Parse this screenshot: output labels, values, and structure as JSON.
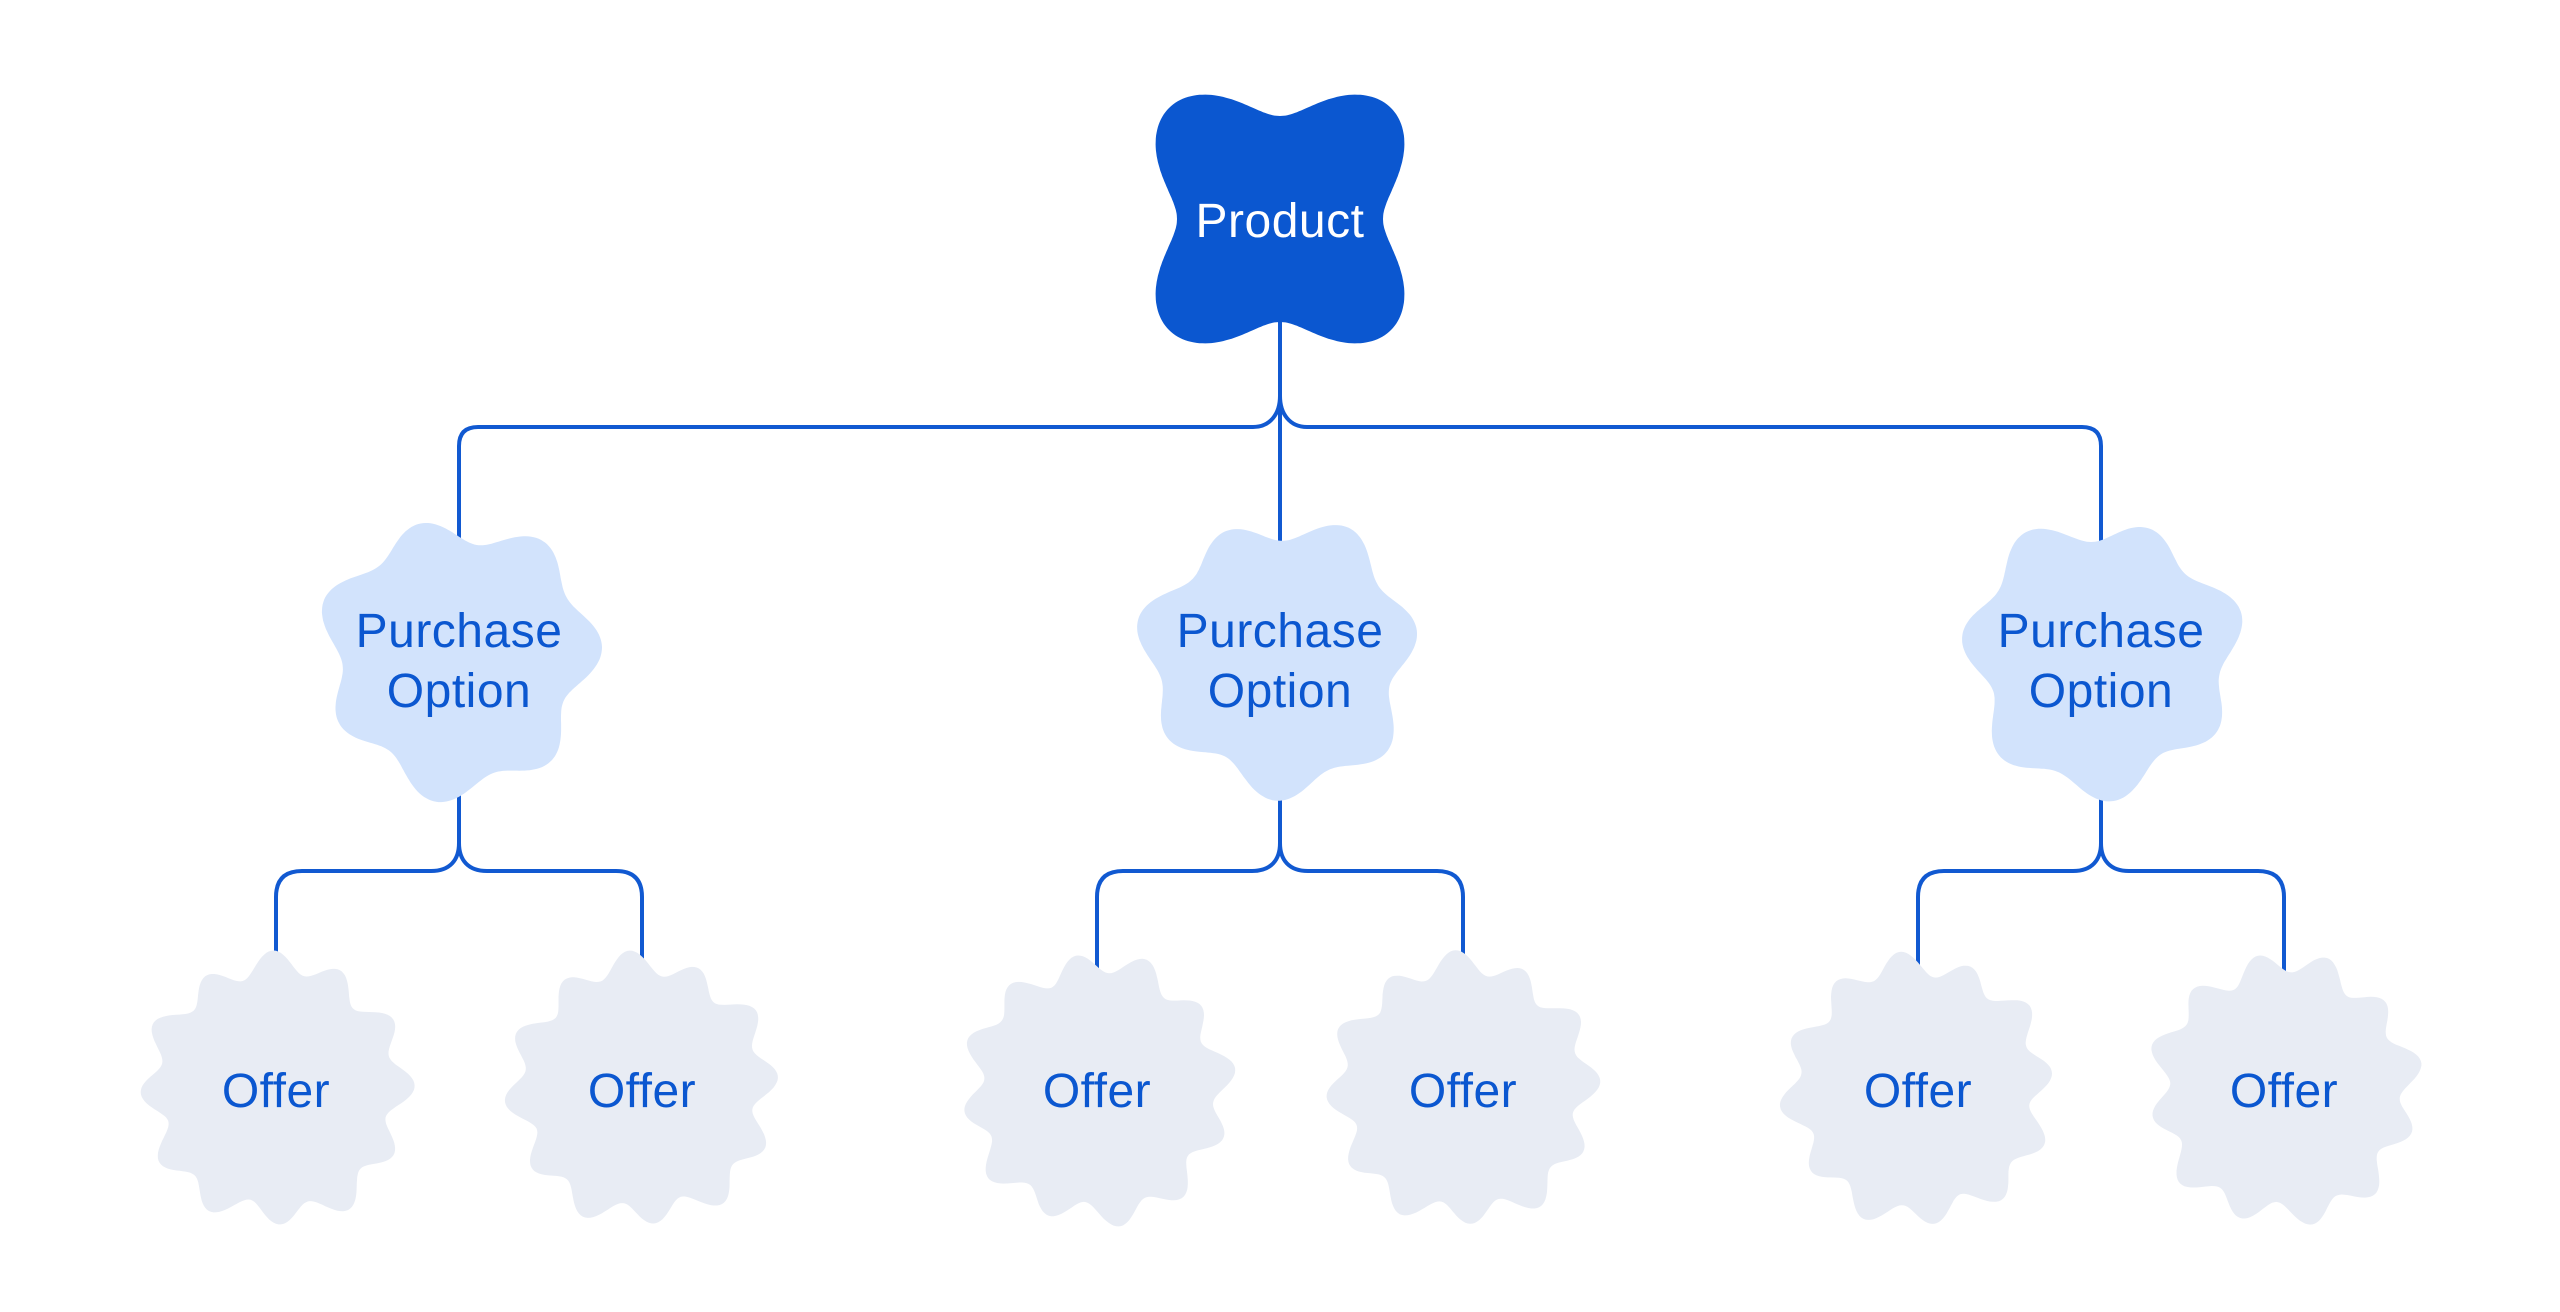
{
  "colors": {
    "bg": "#ffffff",
    "blue-dark": "#0b57d0",
    "blue-light": "#d2e3fc",
    "blue-pale": "#e8ecf4",
    "blue-line": "#1159d1",
    "blue-text": "#0b57d0",
    "root-text": "#ffffff"
  },
  "tree": {
    "root": {
      "label": "Product"
    },
    "purchase_options": [
      {
        "label": "Purchase Option",
        "offers": [
          {
            "label": "Offer"
          },
          {
            "label": "Offer"
          }
        ]
      },
      {
        "label": "Purchase Option",
        "offers": [
          {
            "label": "Offer"
          },
          {
            "label": "Offer"
          }
        ]
      },
      {
        "label": "Purchase Option",
        "offers": [
          {
            "label": "Offer"
          },
          {
            "label": "Offer"
          }
        ]
      }
    ]
  }
}
